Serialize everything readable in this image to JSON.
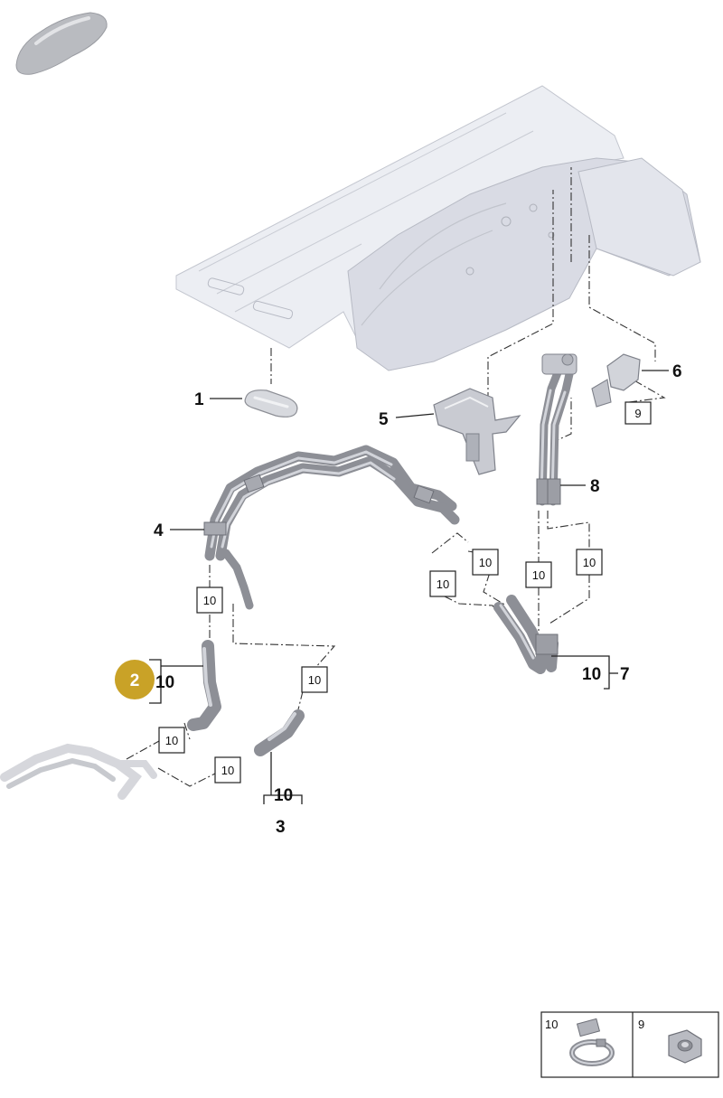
{
  "callouts": {
    "p1": "1",
    "p2": "2",
    "p3": "3",
    "p4": "4",
    "p5": "5",
    "p6": "6",
    "p7": "7",
    "p8": "8",
    "p10_a": "10",
    "p10_b": "10",
    "p10_c": "10"
  },
  "ref_boxes": {
    "b1": "10",
    "b2": "10",
    "b3": "10",
    "b4": "10",
    "b5": "10",
    "b6": "10",
    "b7": "10",
    "b8": "10",
    "b9": "9"
  },
  "legend": {
    "cell_left": "10",
    "cell_right": "9"
  },
  "colors": {
    "highlight_badge": "#c9a227",
    "line": "#222222",
    "part_gray": "#8d8f96",
    "panel_light": "#eceef3"
  },
  "icons": {
    "car": "car-silhouette-icon",
    "clamp": "hose-clamp-icon",
    "nut": "hex-nut-icon"
  }
}
